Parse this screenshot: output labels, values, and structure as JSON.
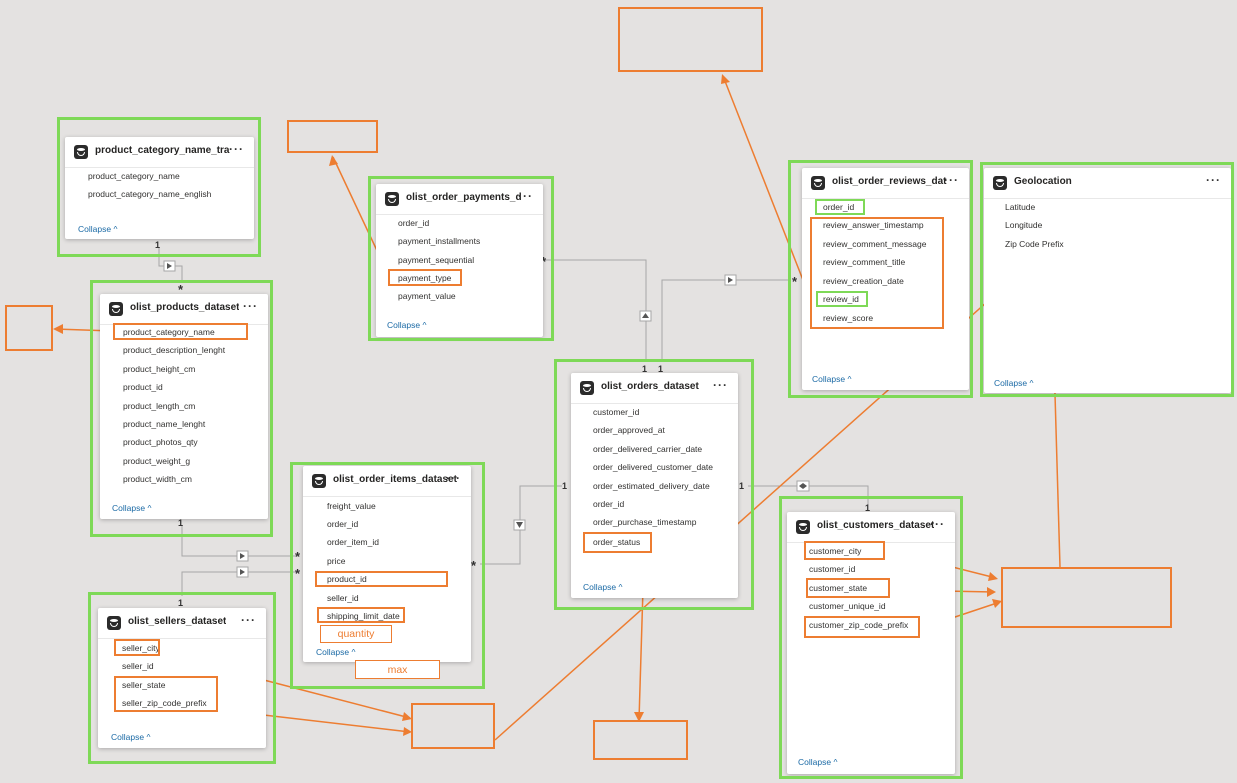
{
  "tables": {
    "category_translation": {
      "title": "product_category_name_tra...",
      "fields": [
        "product_category_name",
        "product_category_name_english"
      ],
      "collapse": "Collapse"
    },
    "products": {
      "title": "olist_products_dataset",
      "fields": [
        "product_category_name",
        "product_description_lenght",
        "product_height_cm",
        "product_id",
        "product_length_cm",
        "product_name_lenght",
        "product_photos_qty",
        "product_weight_g",
        "product_width_cm"
      ],
      "collapse": "Collapse"
    },
    "sellers": {
      "title": "olist_sellers_dataset",
      "fields": [
        "seller_city",
        "seller_id",
        "seller_state",
        "seller_zip_code_prefix"
      ],
      "collapse": "Collapse"
    },
    "payments": {
      "title": "olist_order_payments_d...",
      "fields": [
        "order_id",
        "payment_installments",
        "payment_sequential",
        "payment_type",
        "payment_value"
      ],
      "collapse": "Collapse"
    },
    "order_items": {
      "title": "olist_order_items_dataset",
      "fields": [
        "freight_value",
        "order_id",
        "order_item_id",
        "price",
        "product_id",
        "seller_id",
        "shipping_limit_date"
      ],
      "collapse": "Collapse"
    },
    "orders": {
      "title": "olist_orders_dataset",
      "fields": [
        "customer_id",
        "order_approved_at",
        "order_delivered_carrier_date",
        "order_delivered_customer_date",
        "order_estimated_delivery_date",
        "order_id",
        "order_purchase_timestamp",
        "order_status"
      ],
      "collapse": "Collapse"
    },
    "reviews": {
      "title": "olist_order_reviews_dat...",
      "fields": [
        "order_id",
        "review_answer_timestamp",
        "review_comment_message",
        "review_comment_title",
        "review_creation_date",
        "review_id",
        "review_score"
      ],
      "collapse": "Collapse"
    },
    "geolocation": {
      "title": "Geolocation",
      "fields": [
        "Latitude",
        "Longitude",
        "Zip Code Prefix"
      ],
      "collapse": "Collapse"
    },
    "customers": {
      "title": "olist_customers_dataset",
      "fields": [
        "customer_city",
        "customer_id",
        "customer_state",
        "customer_unique_id",
        "customer_zip_code_prefix"
      ],
      "collapse": "Collapse"
    }
  },
  "cardinality": {
    "one": "1",
    "many": "*"
  },
  "annotations": {
    "quantity": "quantity",
    "max": "max"
  },
  "more_icon": "ellipsis-icon",
  "colors": {
    "highlight_green": "#7ed957",
    "highlight_orange": "#ed7d31",
    "canvas": "#e4e2e1",
    "relation_line": "#a6a6a6"
  }
}
